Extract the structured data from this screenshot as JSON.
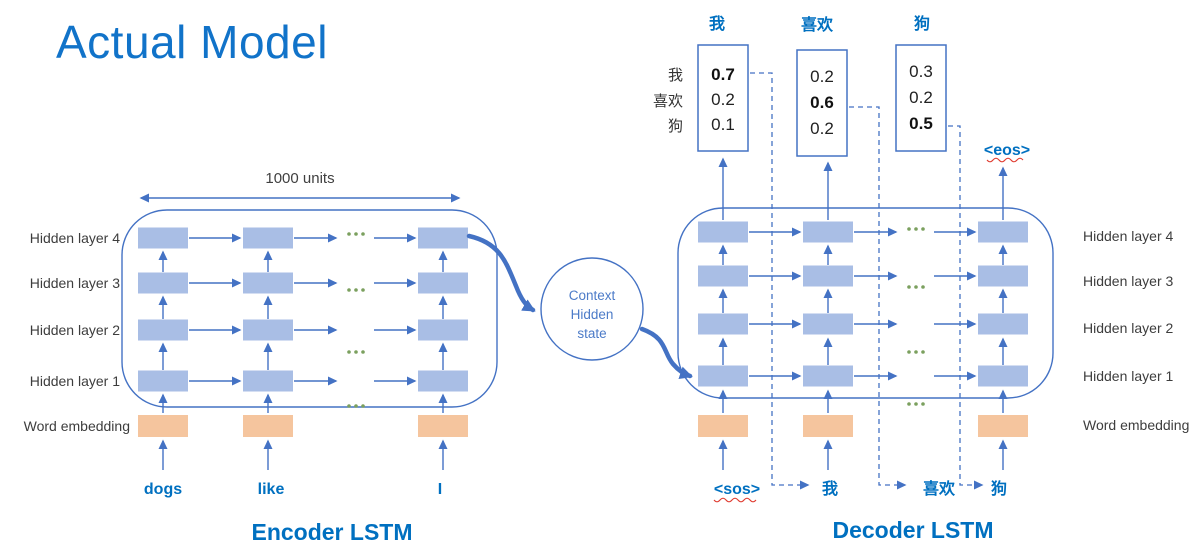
{
  "title": "Actual Model",
  "encoder": {
    "units_label": "1000 units",
    "layer_labels": [
      "Hidden layer 4",
      "Hidden layer 3",
      "Hidden layer 2",
      "Hidden layer 1"
    ],
    "embedding_label": "Word embedding",
    "inputs": [
      "dogs",
      "like",
      "I"
    ],
    "caption": "Encoder LSTM"
  },
  "context_node": {
    "line1": "Context",
    "line2": "Hidden",
    "line3": "state"
  },
  "decoder": {
    "layer_labels": [
      "Hidden layer 4",
      "Hidden layer 3",
      "Hidden layer 2",
      "Hidden layer 1"
    ],
    "embedding_label": "Word embedding",
    "caption": "Decoder LSTM",
    "start_token": "<sos>",
    "end_token": "<eos>",
    "inputs": [
      "我",
      "喜欢",
      "狗"
    ],
    "output_labels": [
      "我",
      "喜欢",
      "狗"
    ],
    "vocab_labels": [
      "我",
      "喜欢",
      "狗"
    ],
    "prob_columns": [
      {
        "values": [
          "0.7",
          "0.2",
          "0.1"
        ]
      },
      {
        "values": [
          "0.2",
          "0.6",
          "0.2"
        ]
      },
      {
        "values": [
          "0.3",
          "0.2",
          "0.5"
        ]
      }
    ]
  },
  "colors": {
    "accent_blue": "#4472C4",
    "cell_blue": "#A9BEE5",
    "embedding_orange": "#F5C59E",
    "label_blue": "#0070C0",
    "title_blue": "#1173C9",
    "dots_green": "#7BA05E",
    "squiggle_red": "#E03C31"
  }
}
